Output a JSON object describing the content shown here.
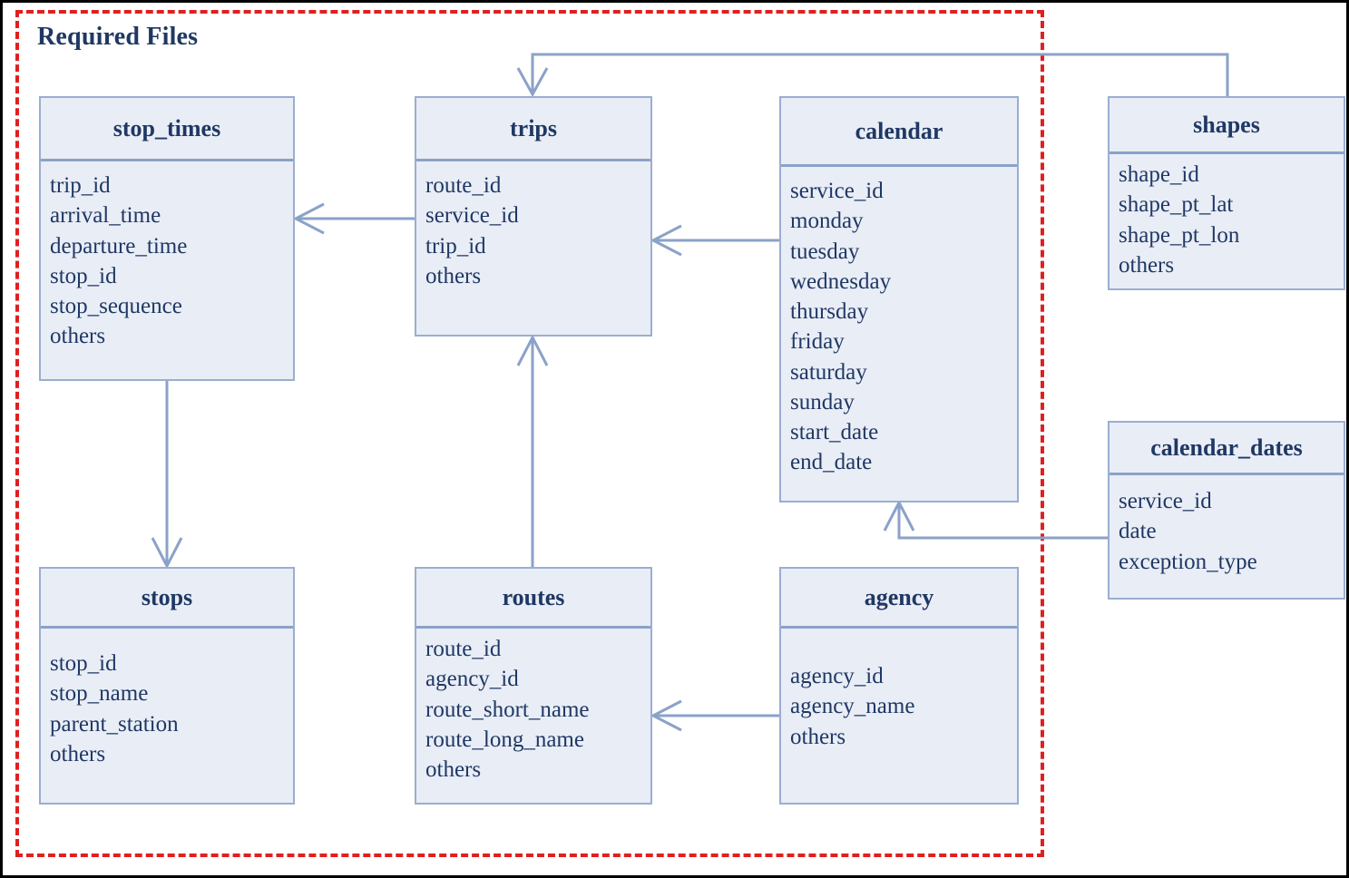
{
  "diagram": {
    "boundary_label": "Required Files",
    "boundary_color": "#e02020",
    "entity_fill": "#e9edf6",
    "entity_border": "#9aaed0",
    "text_color": "#1f3864",
    "connector_color": "#8ba2c8"
  },
  "entities": {
    "stop_times": {
      "title": "stop_times",
      "fields": [
        "trip_id",
        "arrival_time",
        "departure_time",
        "stop_id",
        "stop_sequence",
        "others"
      ]
    },
    "trips": {
      "title": "trips",
      "fields": [
        "route_id",
        "service_id",
        "trip_id",
        "others"
      ]
    },
    "calendar": {
      "title": "calendar",
      "fields": [
        "service_id",
        "monday",
        "tuesday",
        "wednesday",
        "thursday",
        "friday",
        "saturday",
        "sunday",
        "start_date",
        "end_date"
      ]
    },
    "shapes": {
      "title": "shapes",
      "fields": [
        "shape_id",
        "shape_pt_lat",
        "shape_pt_lon",
        "others"
      ]
    },
    "calendar_dates": {
      "title": "calendar_dates",
      "fields": [
        "service_id",
        "date",
        "exception_type"
      ]
    },
    "stops": {
      "title": "stops",
      "fields": [
        "stop_id",
        "stop_name",
        "parent_station",
        "others"
      ]
    },
    "routes": {
      "title": "routes",
      "fields": [
        "route_id",
        "agency_id",
        "route_short_name",
        "route_long_name",
        "others"
      ]
    },
    "agency": {
      "title": "agency",
      "fields": [
        "agency_id",
        "agency_name",
        "others"
      ]
    }
  },
  "relationships": [
    {
      "from": "shapes",
      "to": "trips"
    },
    {
      "from": "calendar",
      "to": "trips"
    },
    {
      "from": "trips",
      "to": "stop_times"
    },
    {
      "from": "stop_times",
      "to": "stops"
    },
    {
      "from": "routes",
      "to": "trips"
    },
    {
      "from": "calendar_dates",
      "to": "calendar"
    },
    {
      "from": "agency",
      "to": "routes"
    }
  ]
}
